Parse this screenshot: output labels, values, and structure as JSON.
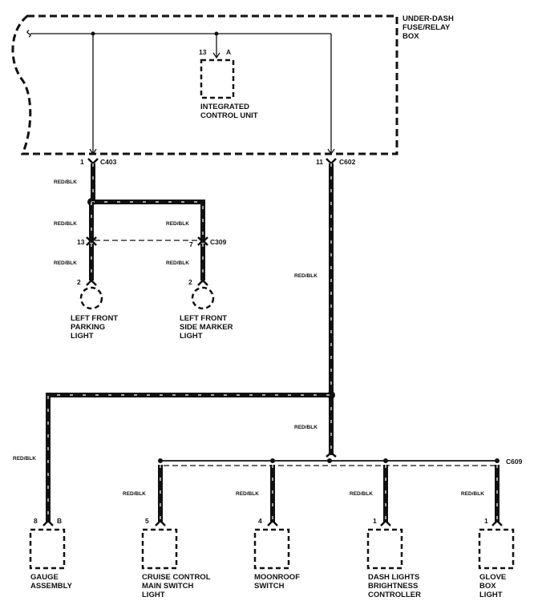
{
  "diagram": {
    "fuse_box": {
      "label_lines": [
        "UNDER-DASH",
        "FUSE/RELAY",
        "BOX"
      ]
    },
    "integrated_control_unit": {
      "pin": "13",
      "connector": "A",
      "label_lines": [
        "INTEGRATED",
        "CONTROL UNIT"
      ]
    },
    "connectors": {
      "c403": {
        "name": "C403",
        "pin": "1"
      },
      "c602": {
        "name": "C602",
        "pin": "11"
      },
      "c309": {
        "name": "C309",
        "pin_left": "13",
        "pin_right": "7"
      },
      "c609": {
        "name": "C609"
      }
    },
    "wire_color": "RED/BLK",
    "components": {
      "left_parking": {
        "pin": "2",
        "label_lines": [
          "LEFT FRONT",
          "PARKING",
          "LIGHT"
        ]
      },
      "left_side_marker": {
        "pin": "2",
        "label_lines": [
          "LEFT FRONT",
          "SIDE MARKER",
          "LIGHT"
        ]
      },
      "gauge": {
        "pin": "8",
        "connector": "B",
        "label_lines": [
          "GAUGE",
          "ASSEMBLY"
        ]
      },
      "cruise": {
        "pin": "5",
        "label_lines": [
          "CRUISE CONTROL",
          "MAIN SWITCH",
          "LIGHT"
        ]
      },
      "moonroof": {
        "pin": "4",
        "label_lines": [
          "MOONROOF",
          "SWITCH"
        ]
      },
      "dash_lights": {
        "pin": "1",
        "label_lines": [
          "DASH LIGHTS",
          "BRIGHTNESS",
          "CONTROLLER"
        ]
      },
      "glove_box": {
        "pin": "1",
        "label_lines": [
          "GLOVE",
          "BOX",
          "LIGHT"
        ]
      }
    }
  }
}
